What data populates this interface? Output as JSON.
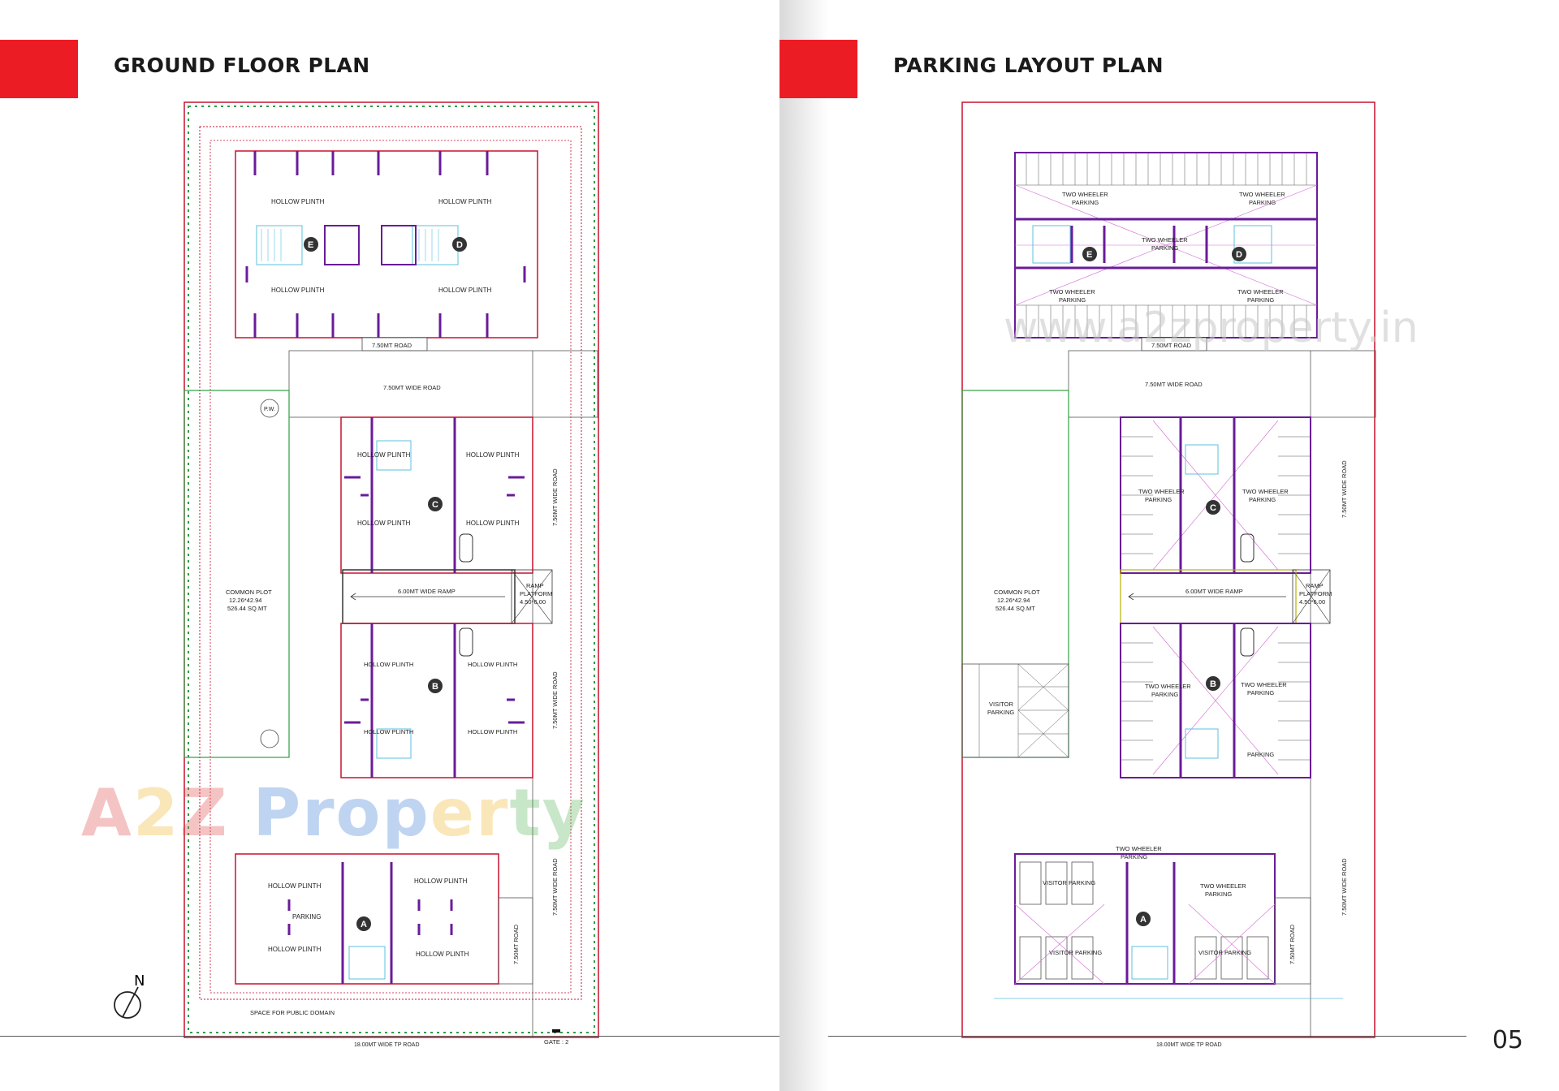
{
  "left_page": {
    "title": "GROUND FLOOR PLAN",
    "labels": {
      "hollow_plinth": "HOLLOW PLINTH",
      "road_750": "7.50MT ROAD",
      "wide_road": "7.50MT WIDE ROAD",
      "pw": "P.W.",
      "common_plot_1": "COMMON PLOT",
      "common_plot_2": "12.26*42.94",
      "common_plot_3": "526.44 SQ.MT",
      "ramp": "6.00MT WIDE RAMP",
      "ramp_platform_1": "RAMP",
      "ramp_platform_2": "PLATFORM",
      "ramp_platform_3": "4.50*6.00",
      "parking": "PARKING",
      "public_domain": "SPACE FOR PUBLIC DOMAIN",
      "tp_road": "18.00MT WIDE TP ROAD",
      "gate": "GATE : 2"
    },
    "wings": {
      "a": "A",
      "b": "B",
      "c": "C",
      "d": "D",
      "e": "E"
    },
    "compass": "N"
  },
  "right_page": {
    "title": "PARKING LAYOUT PLAN",
    "labels": {
      "two_wheeler_1": "TWO WHEELER",
      "two_wheeler_2": "PARKING",
      "two_wheeler_spaced": "TWO  WHEELER",
      "road_750": "7.50MT ROAD",
      "wide_road": "7.50MT WIDE ROAD",
      "common_plot_1": "COMMON PLOT",
      "common_plot_2": "12.26*42.94",
      "common_plot_3": "526.44 SQ.MT",
      "ramp": "6.00MT WIDE RAMP",
      "ramp_platform_1": "RAMP",
      "ramp_platform_2": "PLATFORM",
      "ramp_platform_3": "4.50*6.00",
      "visitor_1": "VISITOR",
      "visitor_2": "PARKING",
      "visitor_parking": "VISITOR PARKING",
      "parking": "PARKING",
      "tp_road": "18.00MT WIDE TP ROAD"
    },
    "wings": {
      "a": "A",
      "b": "B",
      "c": "C",
      "d": "D",
      "e": "E"
    },
    "url_watermark": "www.a2zproperty.in"
  },
  "watermark": {
    "a": "A",
    "two": "2",
    "z": "Z",
    "p1": "Prop",
    "p2": "er",
    "p3": "ty"
  },
  "page_number": "05",
  "colors": {
    "accent": "#ec1c24",
    "outline": "#c8102e",
    "wall": "#6a1b9a",
    "green": "#2e9e44",
    "cyan": "#5bc0de",
    "magenta": "#d36ad3"
  }
}
